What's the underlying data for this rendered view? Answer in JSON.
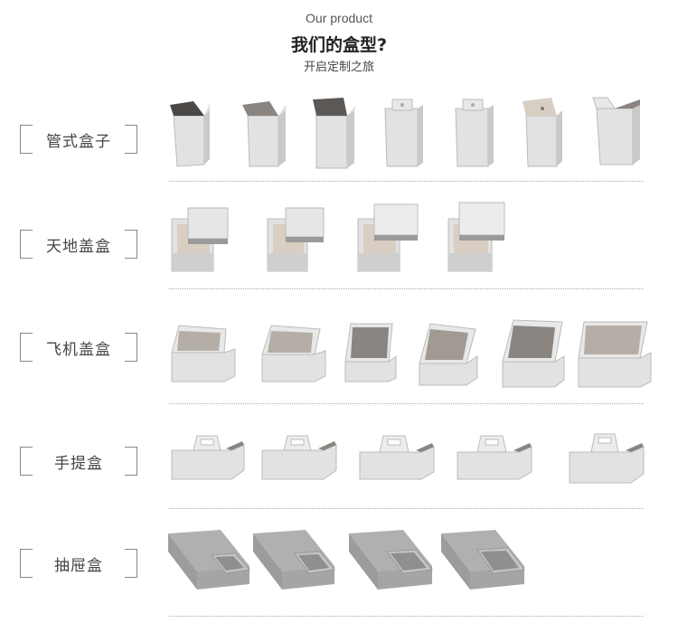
{
  "header": {
    "title_en": "Our product",
    "title_zh": "我们的盒型?",
    "subtitle": "开启定制之旅"
  },
  "categories": [
    {
      "label": "管式盒子",
      "count": 7
    },
    {
      "label": "天地盖盒",
      "count": 4
    },
    {
      "label": "飞机盖盒",
      "count": 6
    },
    {
      "label": "手提盒",
      "count": 5
    },
    {
      "label": "抽屉盒",
      "count": 4
    }
  ],
  "colors": {
    "box_face": "#e2e2e2",
    "box_side": "#c9c9c9",
    "box_dark": "#8a8580",
    "box_inner": "#d8cfc2",
    "divider": "#aaaaaa"
  }
}
